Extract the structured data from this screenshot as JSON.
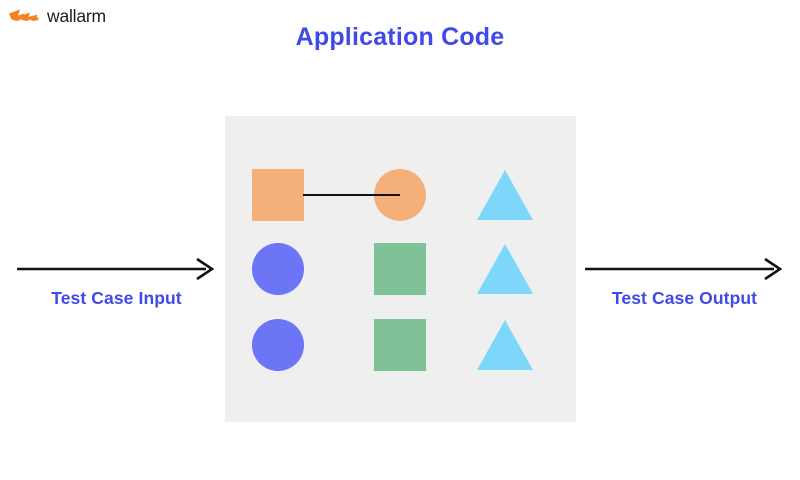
{
  "brand": {
    "name": "wallarm",
    "mark_icon": "wallarm-lightning-logo-icon",
    "mark_color": "#F58220"
  },
  "title": "Application Code",
  "colors": {
    "accent_blue": "#3F4AE8",
    "box_gray": "#EFEFEF",
    "orange": "#F5B07A",
    "periwinkle": "#6C75F5",
    "green": "#7FC297",
    "sky": "#7CD7FB",
    "line_black": "#111111",
    "page_background": "#FFFFFF"
  },
  "diagram": {
    "box_label": "Application Code",
    "connector": {
      "from": "orange-square",
      "to": "orange-circle",
      "color": "#111111"
    },
    "grid": {
      "rows": 3,
      "cols": 3,
      "shapes": [
        {
          "row": 0,
          "col": 0,
          "shape": "square",
          "color": "#F5B07A",
          "name": "orange-square"
        },
        {
          "row": 0,
          "col": 1,
          "shape": "circle",
          "color": "#F5B07A",
          "name": "orange-circle"
        },
        {
          "row": 0,
          "col": 2,
          "shape": "triangle",
          "color": "#7CD7FB",
          "name": "sky-triangle-1"
        },
        {
          "row": 1,
          "col": 0,
          "shape": "circle",
          "color": "#6C75F5",
          "name": "periwinkle-circle-1"
        },
        {
          "row": 1,
          "col": 1,
          "shape": "square",
          "color": "#7FC297",
          "name": "green-square-1"
        },
        {
          "row": 1,
          "col": 2,
          "shape": "triangle",
          "color": "#7CD7FB",
          "name": "sky-triangle-2"
        },
        {
          "row": 2,
          "col": 0,
          "shape": "circle",
          "color": "#6C75F5",
          "name": "periwinkle-circle-2"
        },
        {
          "row": 2,
          "col": 1,
          "shape": "square",
          "color": "#7FC297",
          "name": "green-square-2"
        },
        {
          "row": 2,
          "col": 2,
          "shape": "triangle",
          "color": "#7CD7FB",
          "name": "sky-triangle-3"
        }
      ]
    }
  },
  "flow": {
    "input": {
      "label": "Test Case Input",
      "arrow_icon": "arrow-right-icon",
      "direction": "right"
    },
    "output": {
      "label": "Test Case Output",
      "arrow_icon": "arrow-right-icon",
      "direction": "right"
    }
  }
}
